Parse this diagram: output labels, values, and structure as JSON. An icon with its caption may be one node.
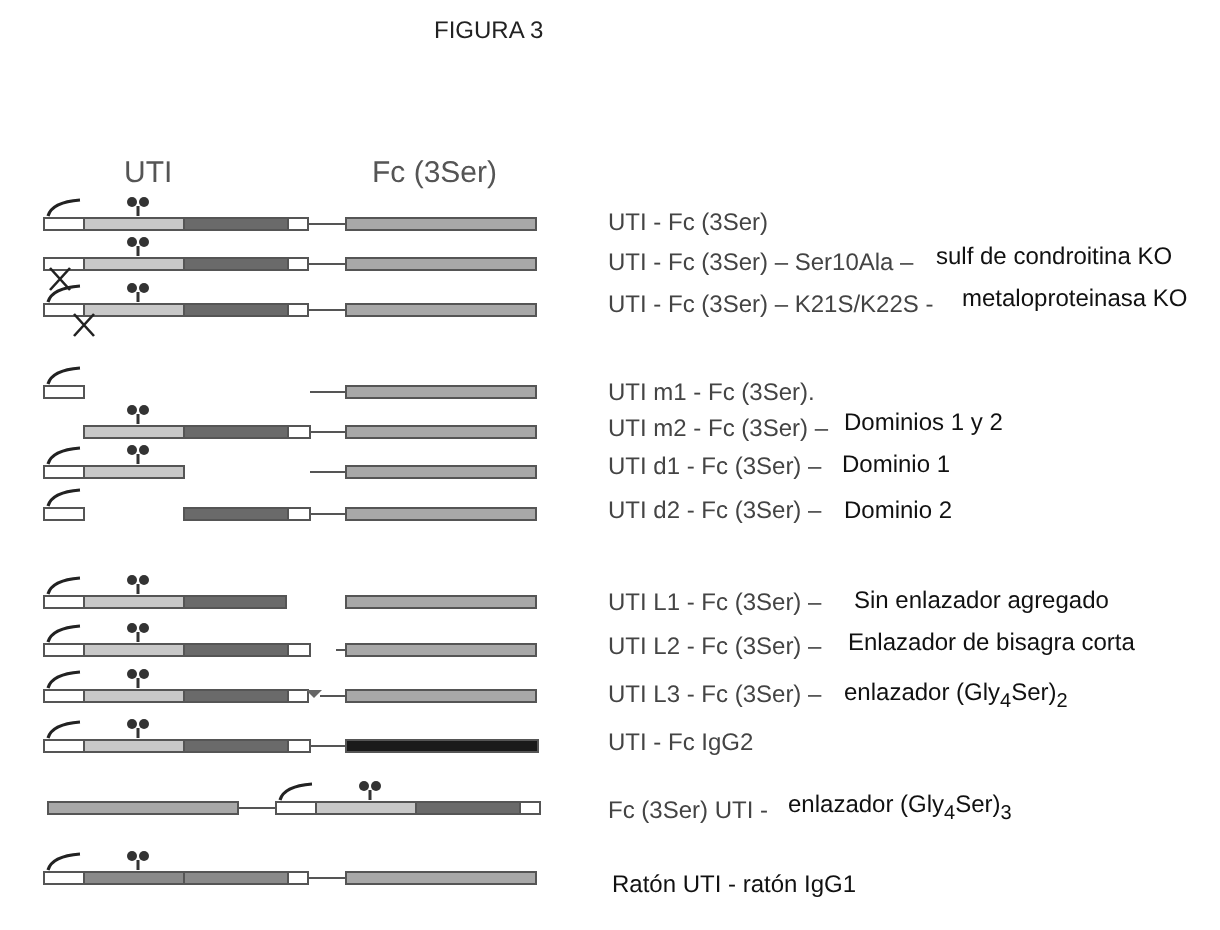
{
  "diagram": {
    "title": "FIGURA 3",
    "labels": [
      "UTI",
      "Fc (3Ser)",
      "UTI - Fc (3Ser)",
      "UTI - Fc (3Ser) – Ser10Ala –",
      "sulf de condroitina KO",
      "UTI - Fc (3Ser) – K21S/K22S -",
      "metaloproteinasa KO",
      "UTI m1 - Fc (3Ser).",
      "UTI m2 - Fc (3Ser) –",
      "Dominios 1 y 2",
      "UTI d1 - Fc (3Ser) –",
      "Dominio 1",
      "UTI d2 - Fc (3Ser) –",
      "Dominio 2",
      "UTI L1 - Fc (3Ser) –",
      "Sin enlazador agregado",
      "UTI L2 - Fc (3Ser) –",
      "Enlazador de bisagra corta",
      "UTI L3 - Fc (3Ser) –",
      "enlazador (Gly$_{4}$Ser)$_{2}$",
      "UTI - Fc IgG2",
      "Fc (3Ser) UTI -",
      "enlazador (Gly$_{4}$Ser)$_{3}$",
      "Ratón UTI - ratón IgG1"
    ]
  }
}
